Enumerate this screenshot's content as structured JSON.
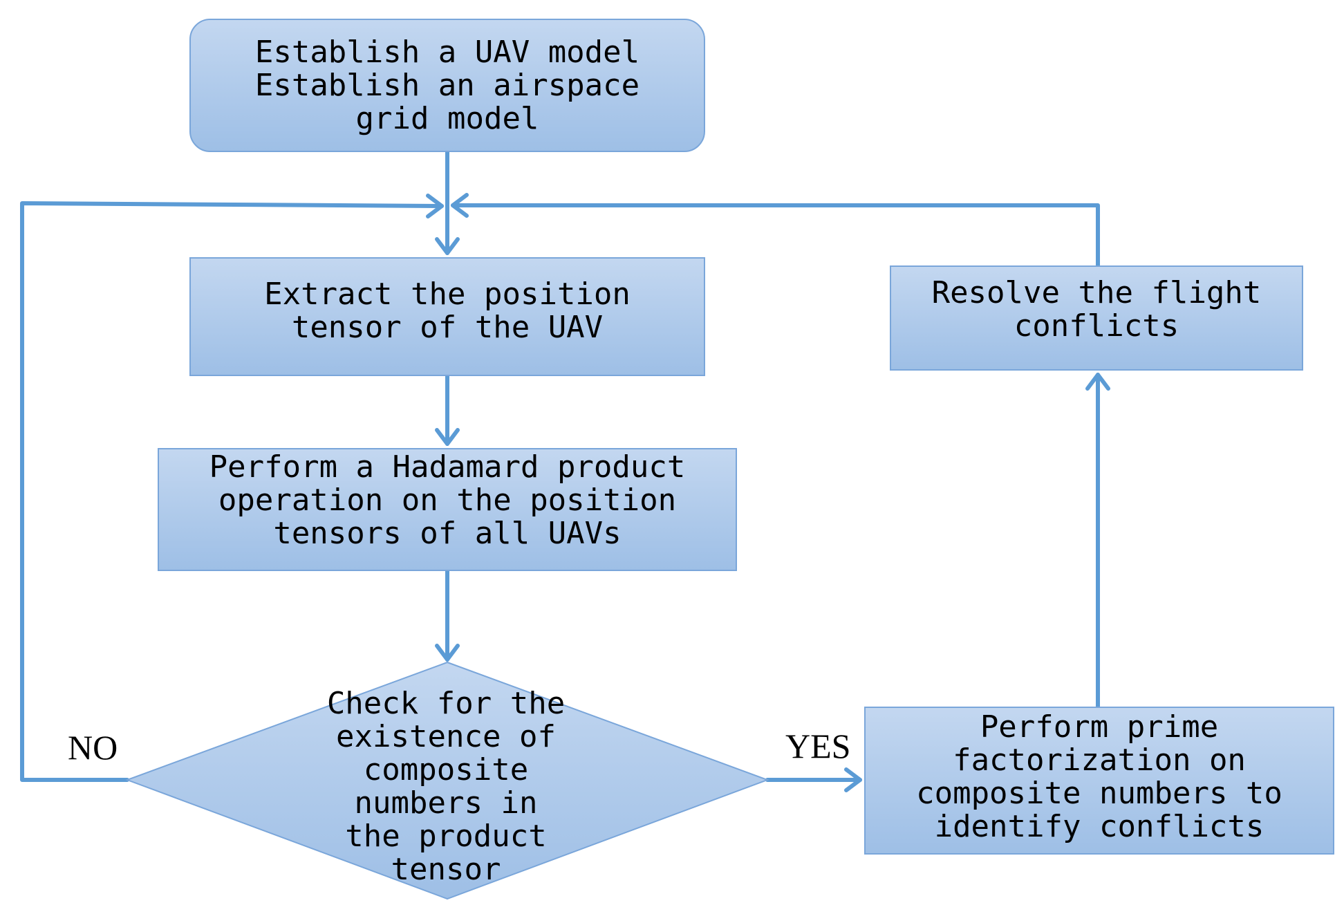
{
  "nodes": {
    "establish": "Establish a UAV model\nEstablish an airspace\ngrid model",
    "extract": "Extract the position\ntensor of the UAV",
    "hadamard": "Perform a Hadamard product\noperation on the position\ntensors of all UAVs",
    "check": "Check for the\nexistence of\ncomposite\nnumbers in\nthe product\ntensor",
    "factorize": "Perform prime\nfactorization on\ncomposite numbers to\nidentify conflicts",
    "resolve": "Resolve the flight\nconflicts"
  },
  "edges": {
    "no_label": "NO",
    "yes_label": "YES"
  },
  "colors": {
    "box_fill_top": "#c3d7f0",
    "box_fill_bottom": "#9ebfe6",
    "box_border": "#7aa6da",
    "connector": "#5b9bd5"
  }
}
